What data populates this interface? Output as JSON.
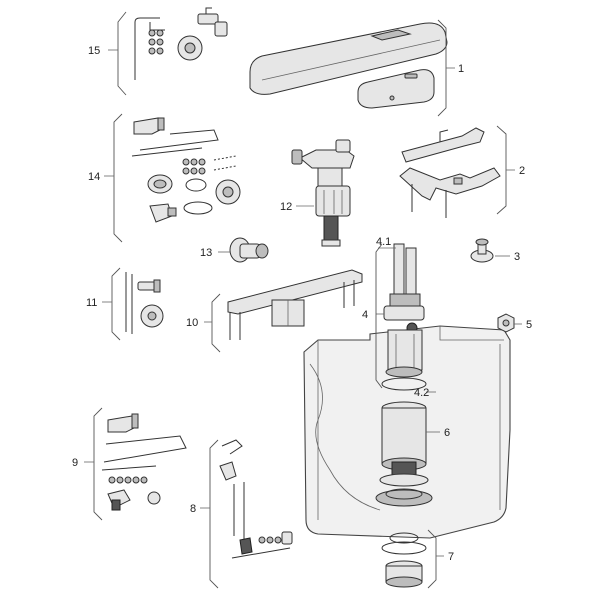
{
  "diagram": {
    "callouts": [
      {
        "id": "c1",
        "label": "1"
      },
      {
        "id": "c2",
        "label": "2"
      },
      {
        "id": "c3",
        "label": "3"
      },
      {
        "id": "c4",
        "label": "4"
      },
      {
        "id": "c41",
        "label": "4.1"
      },
      {
        "id": "c42",
        "label": "4.2"
      },
      {
        "id": "c5",
        "label": "5"
      },
      {
        "id": "c6",
        "label": "6"
      },
      {
        "id": "c7",
        "label": "7"
      },
      {
        "id": "c8",
        "label": "8"
      },
      {
        "id": "c9",
        "label": "9"
      },
      {
        "id": "c10",
        "label": "10"
      },
      {
        "id": "c11",
        "label": "11"
      },
      {
        "id": "c12",
        "label": "12"
      },
      {
        "id": "c13",
        "label": "13"
      },
      {
        "id": "c14",
        "label": "14"
      },
      {
        "id": "c15",
        "label": "15"
      }
    ]
  }
}
